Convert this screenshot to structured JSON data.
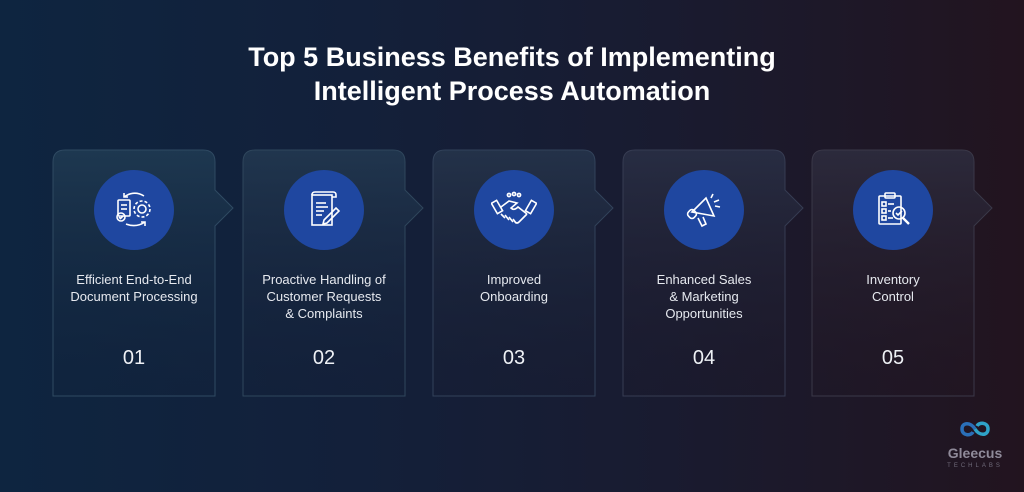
{
  "title": {
    "line1": "Top 5 Business Benefits of Implementing",
    "line2": "Intelligent Process Automation"
  },
  "cards": [
    {
      "label": "Efficient End-to-End\nDocument Processing",
      "number": "01",
      "icon": "document-gear-cycle-icon"
    },
    {
      "label": "Proactive Handling of\nCustomer Requests\n& Complaints",
      "number": "02",
      "icon": "document-pen-icon"
    },
    {
      "label": "Improved\nOnboarding",
      "number": "03",
      "icon": "handshake-icon"
    },
    {
      "label": "Enhanced Sales\n& Marketing\nOpportunities",
      "number": "04",
      "icon": "megaphone-icon"
    },
    {
      "label": "Inventory\nControl",
      "number": "05",
      "icon": "clipboard-search-icon"
    }
  ],
  "logo": {
    "name": "Gleecus",
    "sub": "TECHLABS"
  },
  "colors": {
    "icon_circle": "#1f47a0",
    "text": "#ffffff"
  }
}
